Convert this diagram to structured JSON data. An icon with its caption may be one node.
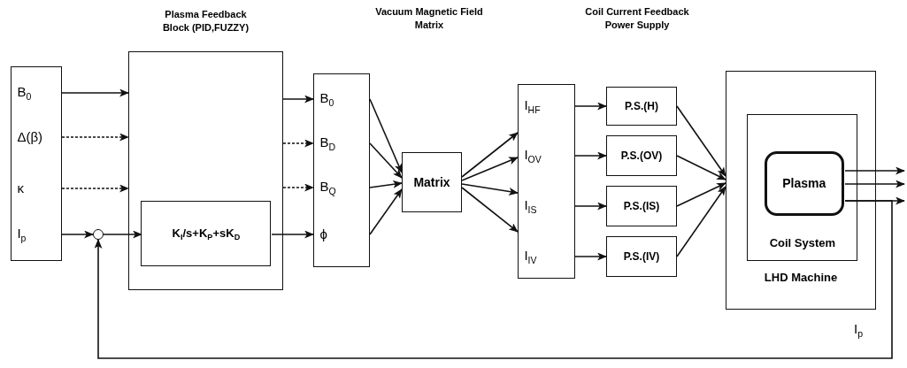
{
  "diagram": {
    "nodes": [
      {
        "text": [],
        "shape": "box"
      },
      {
        "text": [
          "B$_{0}$"
        ],
        "in": 0
      },
      {
        "text": [
          "Δ(β)"
        ],
        "in": 0
      },
      {
        "text": [
          "κ"
        ],
        "in": 0
      },
      {
        "text": [
          "I$_{p}$"
        ],
        "in": 0
      },
      {
        "text": [
          "Plasma Feedback Block (PID,FUZZY)"
        ]
      },
      {
        "text": [
          "K$_{I}$/s+K$_{P}$+sK$_{D}$"
        ],
        "in": 5
      },
      {
        "text": [],
        "shape": "circle"
      },
      {
        "text": [],
        "shape": "box"
      },
      {
        "text": [
          "B$_{0}$"
        ],
        "in": 8
      },
      {
        "text": [
          "B$_{D}$"
        ],
        "in": 8
      },
      {
        "text": [
          "B$_{Q}$"
        ],
        "in": 8
      },
      {
        "text": [
          "ϕ"
        ],
        "in": 8
      },
      {
        "text": [
          "Matrix"
        ]
      },
      {
        "text": [],
        "shape": "box"
      },
      {
        "text": [
          "I$_{HF}$"
        ],
        "in": 14
      },
      {
        "text": [
          "I$_{OV}$"
        ],
        "in": 14
      },
      {
        "text": [
          "I$_{IS}$"
        ],
        "in": 14
      },
      {
        "text": [
          "I$_{IV}$"
        ],
        "in": 14
      },
      {
        "text": [
          "P.S.(H)"
        ]
      },
      {
        "text": [
          "P.S.(OV)"
        ]
      },
      {
        "text": [
          "P.S.(IS)"
        ]
      },
      {
        "text": [
          "P.S.(IV)"
        ]
      },
      {
        "text": [
          "LHD Machine"
        ]
      },
      {
        "text": [
          "Coil System"
        ],
        "in": 23
      },
      {
        "text": [
          "Plasma"
        ],
        "in": 24
      }
    ],
    "edges": [
      {
        "from": 1,
        "to": 5,
        "arrow": "to"
      },
      {
        "from": 2,
        "to": 5,
        "arrow": "to",
        "style": "dashed"
      },
      {
        "from": 3,
        "to": 5,
        "arrow": "to",
        "style": "dashed"
      },
      {
        "from": 4,
        "to": 7,
        "arrow": "to"
      },
      {
        "from": 7,
        "to": 6,
        "arrow": "to"
      },
      {
        "from": 5,
        "to": 9,
        "arrow": "to"
      },
      {
        "from": 5,
        "to": 10,
        "arrow": "to",
        "style": "dashed"
      },
      {
        "from": 5,
        "to": 11,
        "arrow": "to",
        "style": "dashed"
      },
      {
        "from": 6,
        "to": 12,
        "arrow": "to"
      },
      {
        "from": 9,
        "to": 13,
        "arrow": "to"
      },
      {
        "from": 10,
        "to": 13,
        "arrow": "to"
      },
      {
        "from": 11,
        "to": 13,
        "arrow": "to"
      },
      {
        "from": 12,
        "to": 13,
        "arrow": "to"
      },
      {
        "from": 13,
        "to": 14,
        "arrow": "to"
      },
      {
        "from": 13,
        "to": 14,
        "arrow": "to"
      },
      {
        "from": 13,
        "to": 14,
        "arrow": "to"
      },
      {
        "from": 13,
        "to": 14,
        "arrow": "to"
      },
      {
        "from": 15,
        "to": 19,
        "arrow": "to"
      },
      {
        "from": 16,
        "to": 20,
        "arrow": "to"
      },
      {
        "from": 17,
        "to": 21,
        "arrow": "to"
      },
      {
        "from": 18,
        "to": 22,
        "arrow": "to"
      },
      {
        "from": 19,
        "to": 23,
        "arrow": "to"
      },
      {
        "from": 20,
        "to": 23,
        "arrow": "to"
      },
      {
        "from": 21,
        "to": 23,
        "arrow": "to"
      },
      {
        "from": 22,
        "to": 23,
        "arrow": "to"
      },
      {
        "from": 25,
        "to": null,
        "arrow": "to"
      },
      {
        "from": 25,
        "to": null,
        "arrow": "to"
      },
      {
        "from": 25,
        "to": null,
        "arrow": "to"
      },
      {
        "from": 25,
        "to": 7,
        "arrow": "to"
      }
    ],
    "labels": [
      "Vacuum Magnetic Field Matrix",
      "Coil Current Feedback Power Supply",
      "I$_{p}$"
    ]
  }
}
